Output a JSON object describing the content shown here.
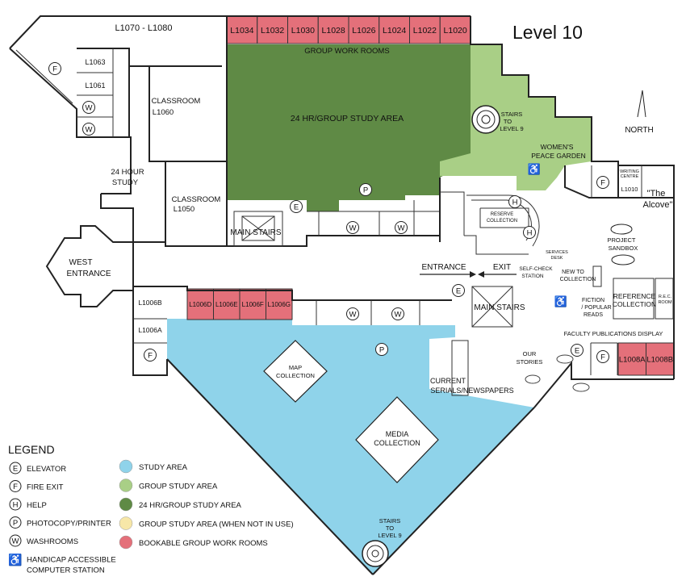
{
  "map_title": "Level 10",
  "colors": {
    "study_area": "#8fd3ea",
    "group_study_area": "#a9cf86",
    "hr24_study_area": "#5f8a45",
    "group_study_when_not_in_use": "#f7e7a8",
    "bookable_group_work_rooms": "#e4707a"
  },
  "top_rooms": [
    "L1034",
    "L1032",
    "L1030",
    "L1028",
    "L1026",
    "L1024",
    "L1022",
    "L1020"
  ],
  "mid_rooms": [
    "L1006D",
    "L1006E",
    "L1006F",
    "L1006G"
  ],
  "right_rooms": [
    "L1008A",
    "L1008B"
  ],
  "labels": {
    "l1070": "L1070 - L1080",
    "group_work_rooms": "GROUP WORK ROOMS",
    "hr24_area": "24 HR/GROUP STUDY AREA",
    "classroom_l1060_a": "CLASSROOM",
    "classroom_l1060_b": "L1060",
    "classroom_l1050_a": "CLASSROOM",
    "classroom_l1050_b": "L1050",
    "study24_a": "24 HOUR",
    "study24_b": "STUDY",
    "l1063": "L1063",
    "l1061": "L1061",
    "l1006b": "L1006B",
    "l1006a": "L1006A",
    "main_stairs_left": "MAIN STAIRS",
    "main_stairs_right": "MAIN STAIRS",
    "west_entrance_a": "WEST",
    "west_entrance_b": "ENTRANCE",
    "entrance": "ENTRANCE",
    "exit": "EXIT",
    "stairs9_top_a": "STAIRS",
    "stairs9_top_b": "TO",
    "stairs9_top_c": "LEVEL 9",
    "stairs9_bot_a": "STAIRS",
    "stairs9_bot_b": "TO",
    "stairs9_bot_c": "LEVEL 9",
    "womens_a": "WOMEN'S",
    "womens_b": "PEACE GARDEN",
    "north": "NORTH",
    "writing_a": "WRITING",
    "writing_b": "CENTRE",
    "l1010": "L1010",
    "alcove_a": "\"The",
    "alcove_b": "Alcove\"",
    "reserve_a": "RESERVE",
    "reserve_b": "COLLECTION",
    "services_a": "SERVICES",
    "services_b": "DESK",
    "selfcheck_a": "SELF-CHECK",
    "selfcheck_b": "STATION",
    "project_a": "PROJECT",
    "project_b": "SANDBOX",
    "newto_a": "NEW TO",
    "newto_b": "COLLECTION",
    "fiction_a": "FICTION",
    "fiction_b": "/ POPULAR",
    "fiction_c": "READS",
    "reference_a": "REFERENCE",
    "reference_b": "COLLECTION",
    "rec_a": "R.E.C.",
    "rec_b": "ROOM",
    "faculty": "FACULTY PUBLICATIONS DISPLAY",
    "our_a": "OUR",
    "our_b": "STORIES",
    "map_a": "MAP",
    "map_b": "COLLECTION",
    "serials_a": "CURRENT",
    "serials_b": "SERIALS/NEWSPAPERS",
    "media_a": "MEDIA",
    "media_b": "COLLECTION"
  },
  "symbols": {
    "elevator": "E",
    "fire_exit": "F",
    "help": "H",
    "photocopy": "P",
    "washroom": "W",
    "accessible": "♿"
  },
  "legend": {
    "title": "LEGEND",
    "symbol_items": [
      {
        "symbol": "E",
        "label": "ELEVATOR"
      },
      {
        "symbol": "F",
        "label": "FIRE EXIT"
      },
      {
        "symbol": "H",
        "label": "HELP"
      },
      {
        "symbol": "P",
        "label": "PHOTOCOPY/PRINTER"
      },
      {
        "symbol": "W",
        "label": "WASHROOMS"
      },
      {
        "symbol": "♿",
        "label_a": "HANDICAP ACCESSIBLE",
        "label_b": "COMPUTER STATION"
      }
    ],
    "color_items": [
      {
        "color_key": "study_area",
        "label": "STUDY AREA"
      },
      {
        "color_key": "group_study_area",
        "label": "GROUP STUDY AREA"
      },
      {
        "color_key": "hr24_study_area",
        "label": "24 HR/GROUP STUDY AREA"
      },
      {
        "color_key": "group_study_when_not_in_use",
        "label": "GROUP STUDY AREA (WHEN NOT IN USE)"
      },
      {
        "color_key": "bookable_group_work_rooms",
        "label": "BOOKABLE GROUP WORK ROOMS"
      }
    ]
  }
}
